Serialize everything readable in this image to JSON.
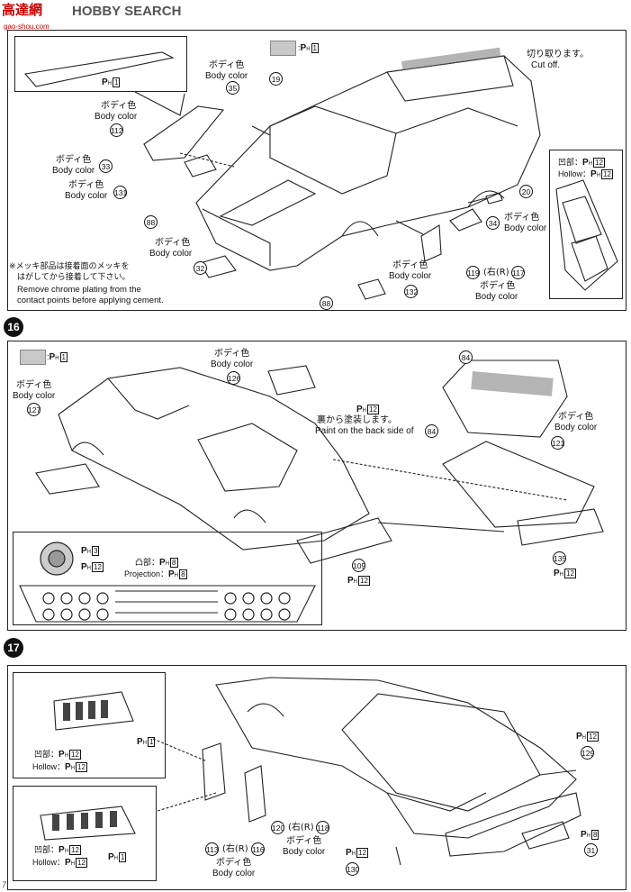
{
  "header": {
    "logo_text": "HOBBY SEARCH",
    "logo_badge": "高達網",
    "logo_url": "gao-shou.com"
  },
  "paint": {
    "ph1": "1",
    "ph3": "3",
    "ph8": "8",
    "ph12": "12"
  },
  "labels": {
    "body_color_jp": "ボディ色",
    "body_color_en": "Body color",
    "cut_off_jp": "切り取ります。",
    "cut_off_en": "Cut off.",
    "hollow_jp": "凹部",
    "hollow_en": "Hollow",
    "projection_jp": "凸部",
    "projection_en": "Projection",
    "right_r": "(右(R)",
    "chrome_jp_1": "※メッキ部品は接着面のメッキを",
    "chrome_jp_2": "はがしてから接着して下さい。",
    "chrome_en_1": "Remove chrome plating from the",
    "chrome_en_2": "contact points before applying cement.",
    "backside_jp": "裏から塗装します。",
    "backside_en": "Paint on the back side of"
  },
  "steps": {
    "s16": "16",
    "s17": "17"
  },
  "parts": {
    "p19": "19",
    "p35": "35",
    "p112": "112",
    "p33": "33",
    "p131": "131",
    "p88": "88",
    "p32": "32",
    "p20": "20",
    "p34": "34",
    "p119": "119",
    "p117": "117",
    "p132": "132",
    "p126": "126",
    "p127": "127",
    "p84": "84",
    "p121": "121",
    "p109": "109",
    "p135": "135",
    "p129": "129",
    "p31": "31",
    "p120": "120",
    "p118": "118",
    "p113": "113",
    "p116": "116",
    "p130": "130"
  },
  "footer": {
    "page_number": "7"
  }
}
